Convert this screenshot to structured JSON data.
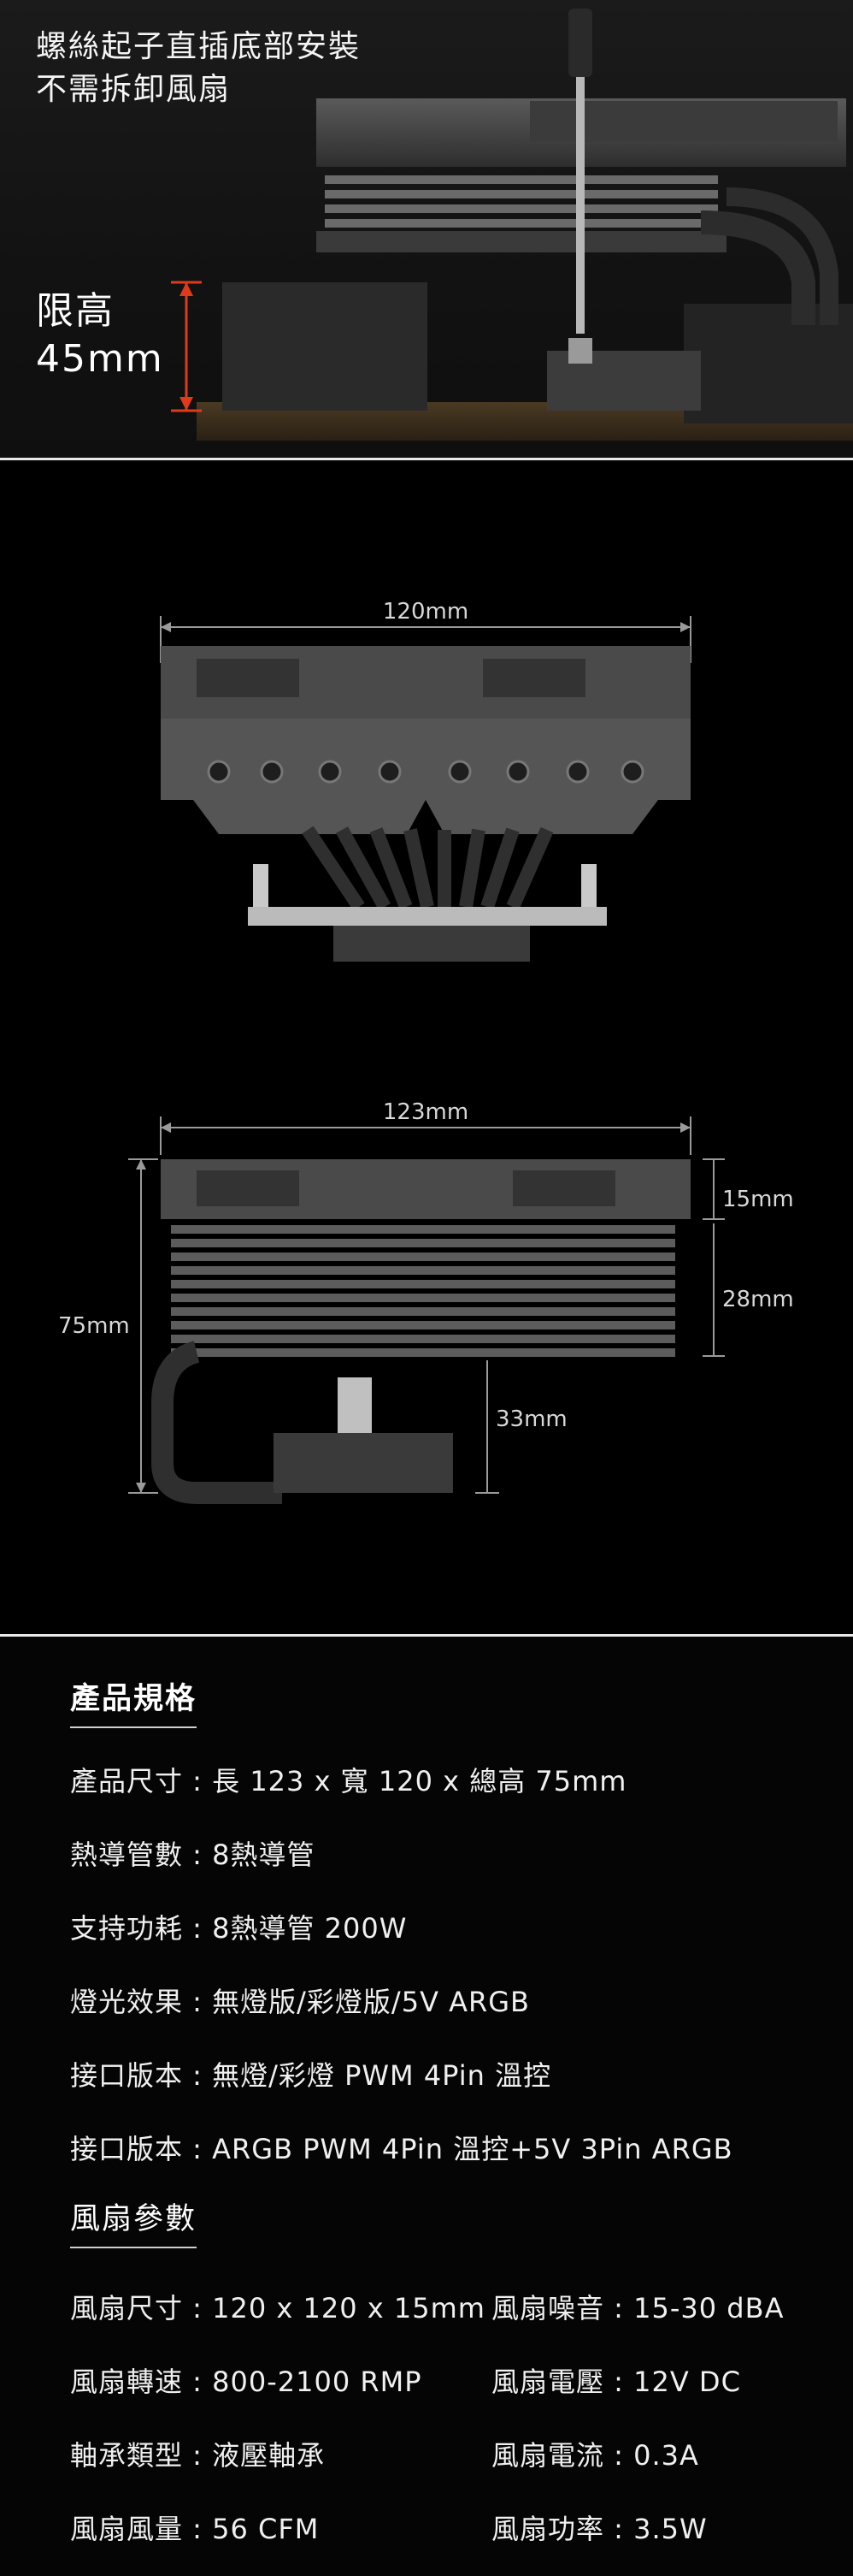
{
  "hero": {
    "caption_line1": "螺絲起子直插底部安裝",
    "caption_line2": "不需拆卸風扇",
    "limit_label": "限高",
    "limit_value": "45mm"
  },
  "diagrams": {
    "top_view": {
      "width_label": "120mm"
    },
    "side_view": {
      "width_label": "123mm",
      "total_height_label": "75mm",
      "fan_height_label": "15mm",
      "fin_height_label": "28mm",
      "clearance_label": "33mm"
    }
  },
  "specs": {
    "product_heading": "產品規格",
    "product_rows": [
      {
        "label": "產品尺寸 : ",
        "value": "長 123 x 寬 120 x 總高 75mm"
      },
      {
        "label": "熱導管數 : ",
        "value": "8熱導管"
      },
      {
        "label": "支持功耗 : ",
        "value": "8熱導管 200W"
      },
      {
        "label": "燈光效果 : ",
        "value": "無燈版/彩燈版/5V ARGB"
      },
      {
        "label": "接口版本 : ",
        "value": "無燈/彩燈 PWM 4Pin 溫控"
      },
      {
        "label": "接口版本 : ",
        "value": "ARGB PWM 4Pin 溫控+5V 3Pin ARGB"
      }
    ],
    "fan_heading": "風扇參數",
    "fan_rows_left": [
      {
        "label": "風扇尺寸 : ",
        "value": "120 x 120 x 15mm"
      },
      {
        "label": "風扇轉速 : ",
        "value": "800-2100 RMP"
      },
      {
        "label": "軸承類型 : ",
        "value": "液壓軸承"
      },
      {
        "label": "風扇風量 : ",
        "value": "56 CFM"
      }
    ],
    "fan_rows_right": [
      {
        "label": "風扇噪音 : ",
        "value": "15-30 dBA"
      },
      {
        "label": "風扇電壓 : ",
        "value": "12V DC"
      },
      {
        "label": "風扇電流 : ",
        "value": "0.3A"
      },
      {
        "label": "風扇功率 : ",
        "value": "3.5W"
      }
    ]
  }
}
